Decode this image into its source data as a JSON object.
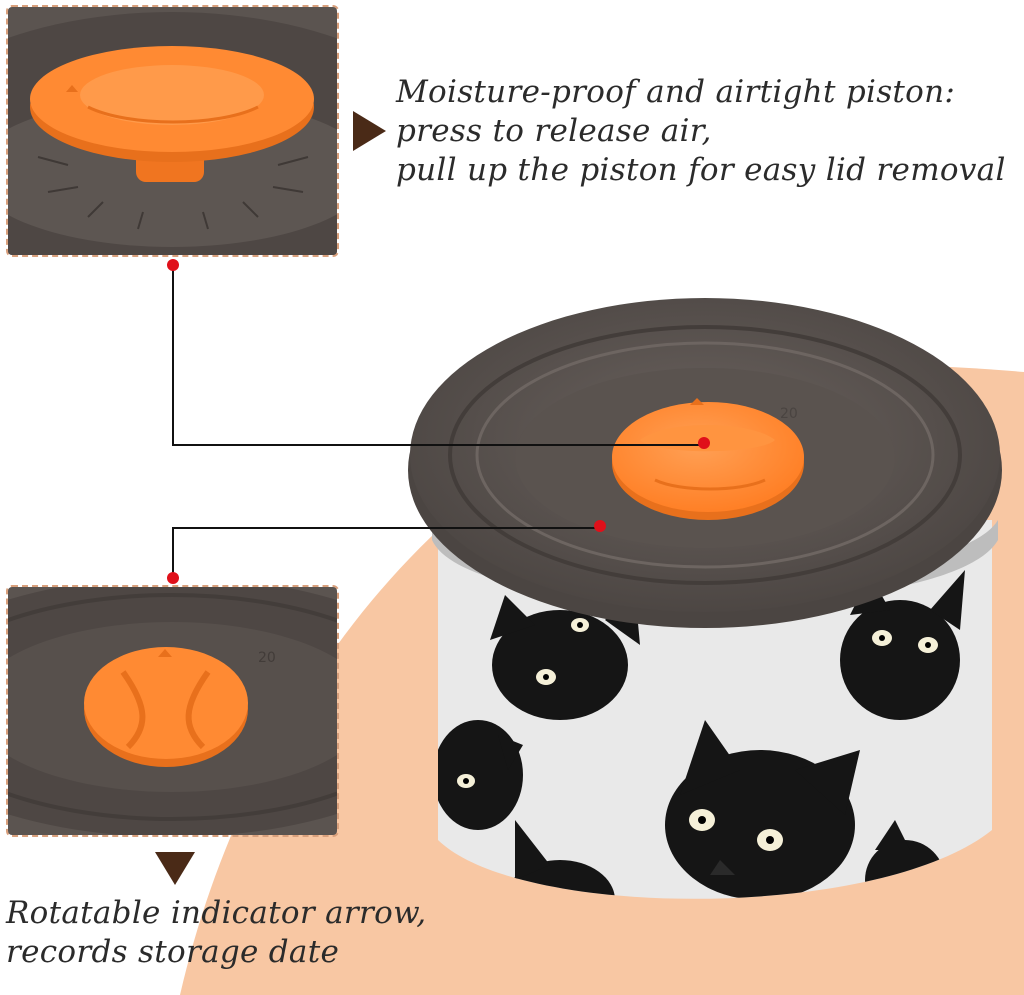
{
  "callouts": {
    "top": {
      "lines": [
        "Moisture-proof and airtight piston:",
        "press to release air,",
        "pull up the piston for easy lid removal"
      ]
    },
    "bottom": {
      "lines": [
        "Rotatable indicator arrow,",
        "records storage date"
      ]
    }
  },
  "colors": {
    "accent_orange": "#ff8a33",
    "lid_brown": "#5f5753",
    "background_peach": "#f8c7a3",
    "arrow_brown": "#4a2a17",
    "thumb_border": "#d9a07c",
    "pointer_red": "#e0101a"
  },
  "icons": {
    "right_pointer": "triangle-right-icon",
    "down_pointer": "triangle-down-icon"
  },
  "product": {
    "lid_dial_label": "20"
  }
}
